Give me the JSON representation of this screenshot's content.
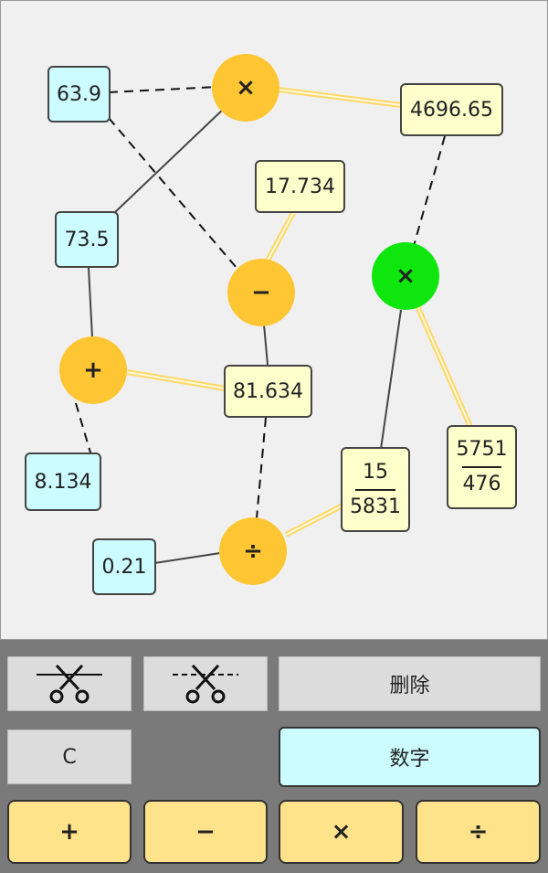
{
  "board": {
    "inputs": [
      {
        "id": "n1",
        "value": "63.9"
      },
      {
        "id": "n2",
        "value": "73.5"
      },
      {
        "id": "n3",
        "value": "8.134"
      },
      {
        "id": "n4",
        "value": "0.21"
      }
    ],
    "results": [
      {
        "id": "r1",
        "value": "4696.65"
      },
      {
        "id": "r2",
        "value": "17.734"
      },
      {
        "id": "r3",
        "value": "81.634"
      }
    ],
    "fractions": [
      {
        "id": "f1",
        "numerator": "15",
        "denominator": "5831"
      },
      {
        "id": "f2",
        "numerator": "5751",
        "denominator": "476"
      }
    ],
    "operators": [
      {
        "id": "o1",
        "symbol": "×",
        "state": "normal"
      },
      {
        "id": "o2",
        "symbol": "−",
        "state": "normal"
      },
      {
        "id": "o3",
        "symbol": "+",
        "state": "normal"
      },
      {
        "id": "o4",
        "symbol": "÷",
        "state": "normal"
      },
      {
        "id": "o5",
        "symbol": "×",
        "state": "selected"
      }
    ],
    "colors": {
      "input_node": "#ccfcff",
      "result_node": "#ffffcc",
      "operator": "#ffc633",
      "operator_selected": "#0ee60e",
      "result_link": "#ffd866"
    }
  },
  "controls": {
    "cut_solid_icon": "scissors-solid-line-icon",
    "cut_dashed_icon": "scissors-dashed-line-icon",
    "delete_label": "删除",
    "clear_label": "C",
    "number_label": "数字",
    "add_label": "+",
    "subtract_label": "−",
    "multiply_label": "×",
    "divide_label": "÷"
  }
}
